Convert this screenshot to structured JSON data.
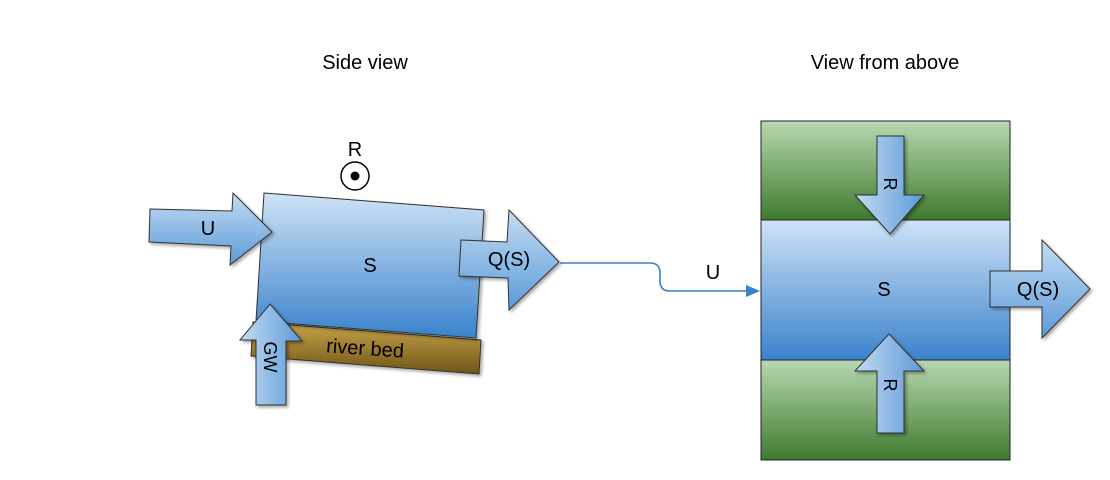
{
  "side_view": {
    "title": "Side view",
    "box_label": "S",
    "rain_label": "R",
    "inflow_label": "U",
    "outflow_label": "Q(S)",
    "groundwater_label": "GW",
    "riverbed_label": "river bed"
  },
  "top_view": {
    "title": "View from above",
    "connector_label": "U",
    "river_label": "S",
    "outflow_label": "Q(S)",
    "rain_top_label": "R",
    "rain_bottom_label": "R"
  },
  "colors": {
    "water_light": "#cfe3f6",
    "water_dark": "#3a82cc",
    "arrow_light": "#a9cdef",
    "arrow_dark": "#5b9ad8",
    "stroke": "#333333",
    "riverbed_light": "#c9a44a",
    "riverbed_dark": "#6e5516",
    "land_light": "#b9d8b2",
    "land_dark": "#3e7a2e",
    "connector": "#3b7fc4"
  }
}
